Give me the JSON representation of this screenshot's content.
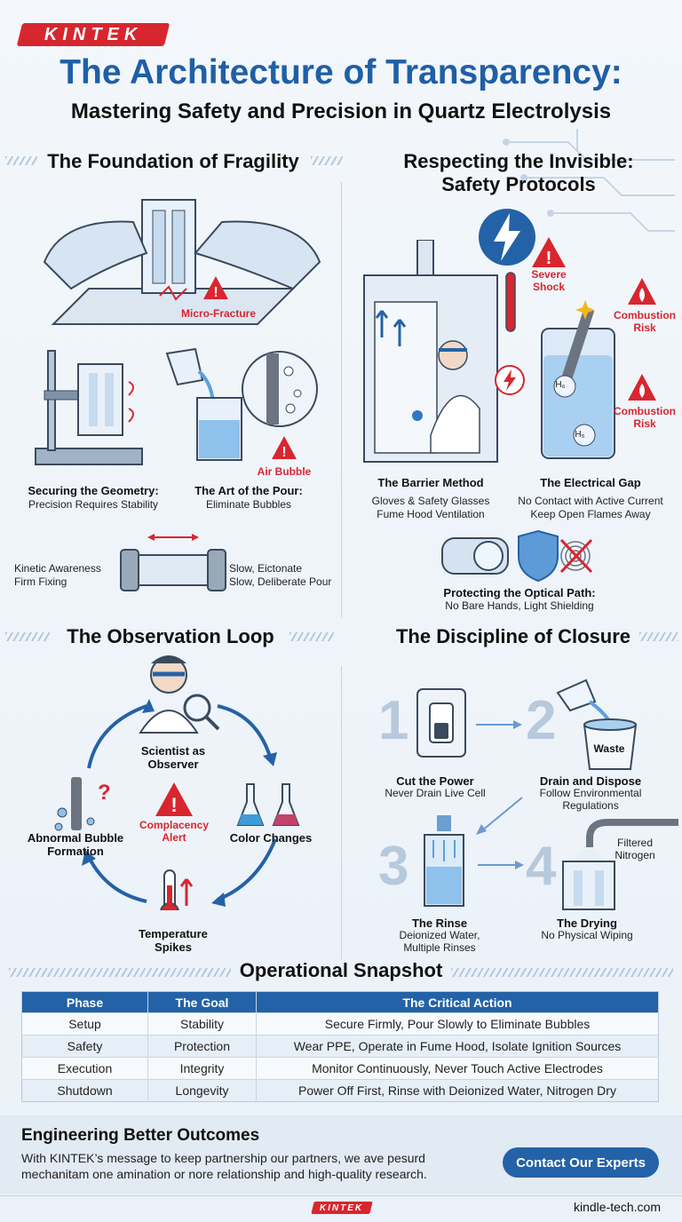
{
  "brand": {
    "logo_text": "KINTEK",
    "accent": "#d8262f",
    "primary": "#2462a7"
  },
  "header": {
    "title": "The Architecture of Transparency:",
    "subtitle": "Mastering Safety and Precision in Quartz Electrolysis"
  },
  "foundation": {
    "heading": "The Foundation of Fragility",
    "micro_label": "Micro-Fracture",
    "securing_title": "Securing the Geometry:",
    "securing_sub": "Precision Requires Stability",
    "pour_title": "The Art of the Pour:",
    "pour_sub": "Eliminate Bubbles",
    "air_bubble": "Air Bubble",
    "kinetic_1": "Kinetic Awareness",
    "kinetic_2": "Firm Fixing",
    "slow_1": "Slow, Eictonate",
    "slow_2": "Slow, Deliberate Pour"
  },
  "safety": {
    "heading_1": "Respecting the Invisible:",
    "heading_2": "Safety Protocols",
    "severe_1": "Severe",
    "severe_2": "Shock",
    "combust_a1": "Combustion",
    "combust_a2": "Risk",
    "combust_b1": "Combustion",
    "combust_b2": "Risk",
    "h_label_1": "H₆",
    "h_label_2": "H₅",
    "barrier_title": "The Barrier Method",
    "barrier_1": "Gloves & Safety Glasses",
    "barrier_2": "Fume Hood Ventilation",
    "gap_title": "The Electrical Gap",
    "gap_1": "No Contact with Active Current",
    "gap_2": "Keep Open Flames Away",
    "optical_title": "Protecting the Optical Path:",
    "optical_sub": "No Bare Hands, Light Shielding"
  },
  "observation": {
    "heading": "The Observation Loop",
    "scientist_1": "Scientist as",
    "scientist_2": "Observer",
    "complacency_1": "Complacency",
    "complacency_2": "Alert",
    "color": "Color Changes",
    "abnormal_1": "Abnormal Bubble",
    "abnormal_2": "Formation",
    "temp_1": "Temperature",
    "temp_2": "Spikes"
  },
  "closure": {
    "heading": "The Discipline of Closure",
    "steps": [
      {
        "num": "1",
        "title": "Cut the Power",
        "sub1": "Never Drain Live Cell",
        "sub2": ""
      },
      {
        "num": "2",
        "title": "Drain and Dispose",
        "sub1": "Follow Environmental",
        "sub2": "Regulations"
      },
      {
        "num": "3",
        "title": "The Rinse",
        "sub1": "Deionized Water,",
        "sub2": "Multiple Rinses"
      },
      {
        "num": "4",
        "title": "The Drying",
        "sub1": "No Physical Wiping",
        "sub2": ""
      }
    ],
    "waste": "Waste",
    "filtered_1": "Filtered",
    "filtered_2": "Nitrogen"
  },
  "snapshot": {
    "heading": "Operational Snapshot",
    "columns": [
      "Phase",
      "The Goal",
      "The Critical Action"
    ],
    "rows": [
      [
        "Setup",
        "Stability",
        "Secure Firmly, Pour Slowly to Eliminate Bubbles"
      ],
      [
        "Safety",
        "Protection",
        "Wear PPE, Operate in Fume Hood, Isolate Ignition Sources"
      ],
      [
        "Execution",
        "Integrity",
        "Monitor Continuously, Never Touch Active Electrodes"
      ],
      [
        "Shutdown",
        "Longevity",
        "Power Off First, Rinse with Deionized Water, Nitrogen Dry"
      ]
    ]
  },
  "footer": {
    "heading": "Engineering Better Outcomes",
    "body_1": "With KINTEK’s message to keep partnership our partners, we ave pesurd",
    "body_2": "mechanitam one amination or nore relationship and high-quality research.",
    "cta": "Contact Our Experts",
    "logo_text": "KINTEK",
    "site": "kindle-tech.com"
  }
}
